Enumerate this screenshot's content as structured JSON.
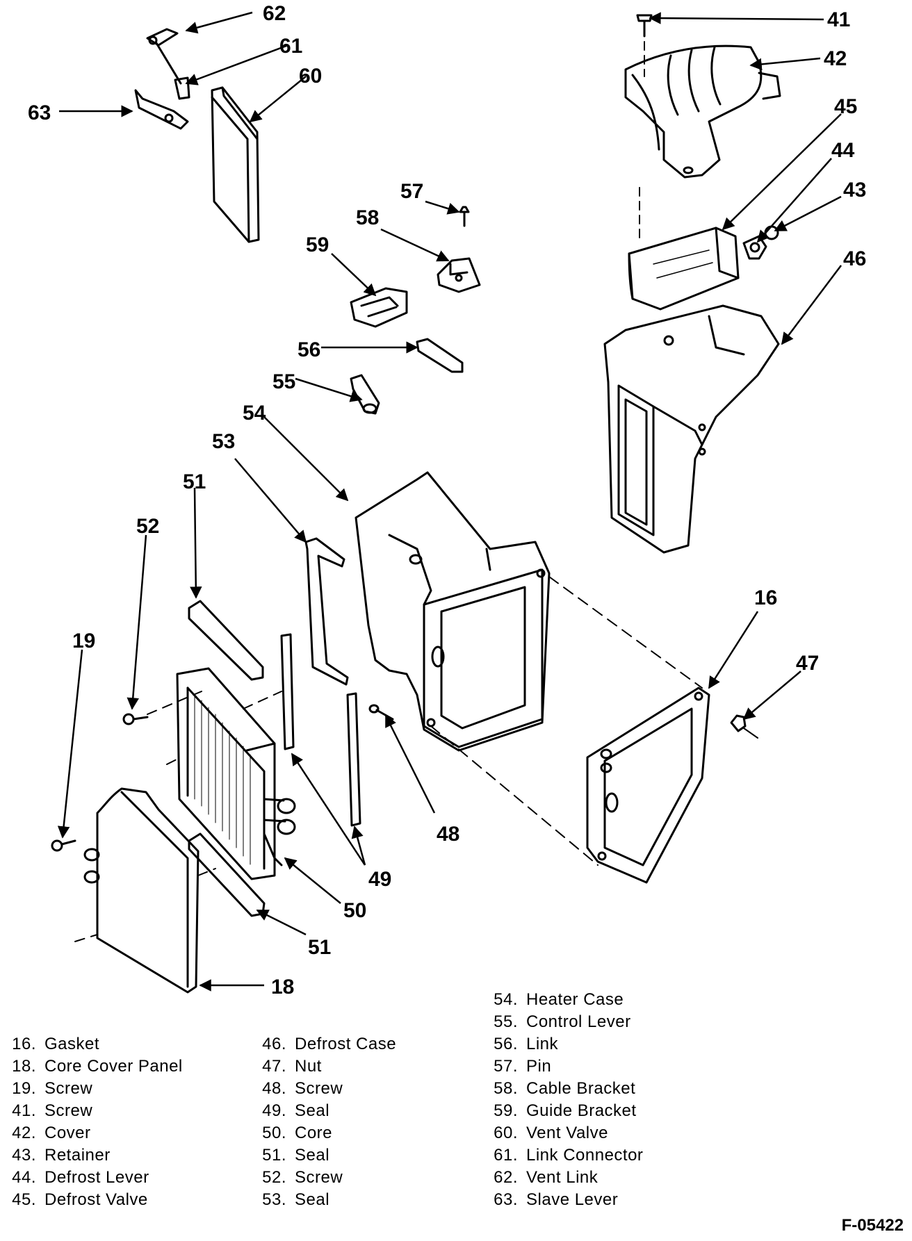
{
  "figure_id": "F-05422",
  "callouts": {
    "c16": "16",
    "c18": "18",
    "c19": "19",
    "c41": "41",
    "c42": "42",
    "c43": "43",
    "c44": "44",
    "c45": "45",
    "c46": "46",
    "c47": "47",
    "c48": "48",
    "c49": "49",
    "c50": "50",
    "c51a": "51",
    "c51b": "51",
    "c52": "52",
    "c53": "53",
    "c54": "54",
    "c55": "55",
    "c56": "56",
    "c57": "57",
    "c58": "58",
    "c59": "59",
    "c60": "60",
    "c61": "61",
    "c62": "62",
    "c63": "63"
  },
  "legend": [
    [
      {
        "num": "16.",
        "label": "Gasket"
      },
      {
        "num": "18.",
        "label": "Core Cover Panel"
      },
      {
        "num": "19.",
        "label": "Screw"
      },
      {
        "num": "41.",
        "label": "Screw"
      },
      {
        "num": "42.",
        "label": "Cover"
      },
      {
        "num": "43.",
        "label": "Retainer"
      },
      {
        "num": "44.",
        "label": "Defrost Lever"
      },
      {
        "num": "45.",
        "label": "Defrost Valve"
      }
    ],
    [
      {
        "num": "46.",
        "label": "Defrost Case"
      },
      {
        "num": "47.",
        "label": "Nut"
      },
      {
        "num": "48.",
        "label": "Screw"
      },
      {
        "num": "49.",
        "label": "Seal"
      },
      {
        "num": "50.",
        "label": "Core"
      },
      {
        "num": "51.",
        "label": "Seal"
      },
      {
        "num": "52.",
        "label": "Screw"
      },
      {
        "num": "53.",
        "label": "Seal"
      }
    ],
    [
      {
        "num": "54.",
        "label": "Heater Case"
      },
      {
        "num": "55.",
        "label": "Control Lever"
      },
      {
        "num": "56.",
        "label": "Link"
      },
      {
        "num": "57.",
        "label": "Pin"
      },
      {
        "num": "58.",
        "label": "Cable Bracket"
      },
      {
        "num": "59.",
        "label": "Guide Bracket"
      },
      {
        "num": "60.",
        "label": "Vent Valve"
      },
      {
        "num": "61.",
        "label": "Link Connector"
      },
      {
        "num": "62.",
        "label": "Vent Link"
      },
      {
        "num": "63.",
        "label": "Slave Lever"
      }
    ]
  ]
}
